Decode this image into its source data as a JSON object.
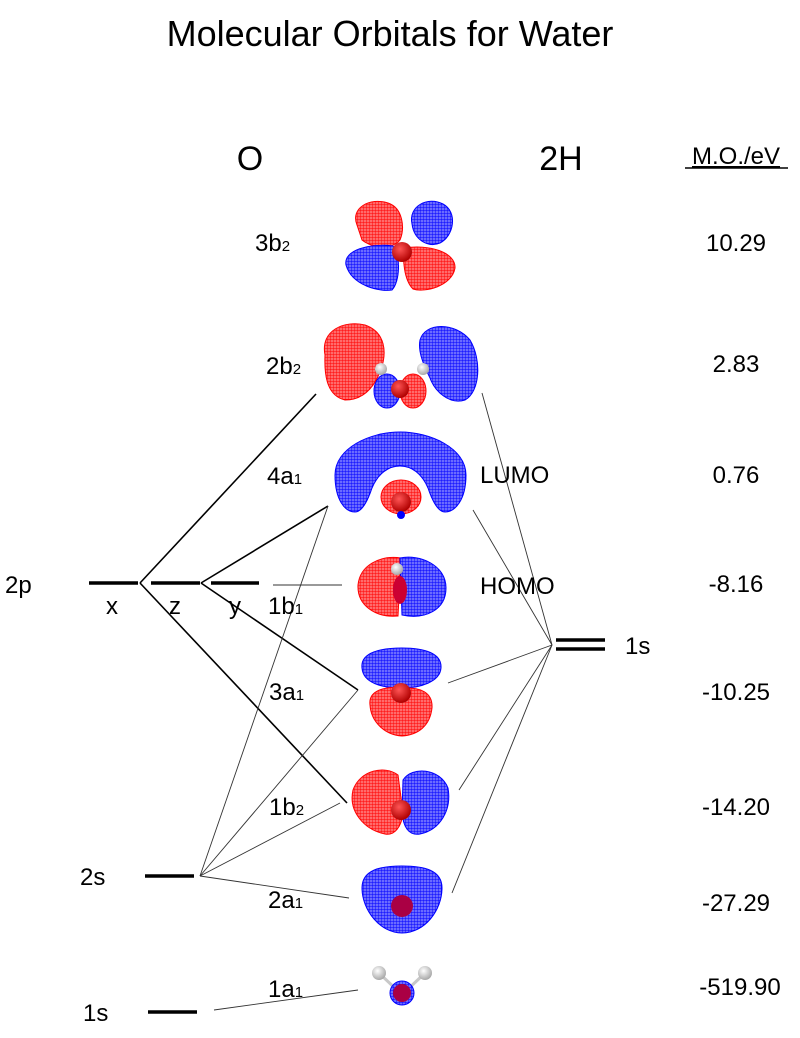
{
  "title": "Molecular Orbitals for Water",
  "columns": {
    "left": "O",
    "right": "2H",
    "energy_header": "M.O./eV"
  },
  "atomic_orbitals_O": [
    {
      "id": "2p",
      "label": "2p",
      "components": [
        "x",
        "z",
        "y"
      ]
    },
    {
      "id": "2s",
      "label": "2s"
    },
    {
      "id": "1s",
      "label": "1s"
    }
  ],
  "atomic_orbitals_H": [
    {
      "id": "1s_H",
      "label": "1s"
    }
  ],
  "molecular_orbitals": [
    {
      "id": "3b2",
      "main": "3b",
      "sub": "2",
      "energy": "10.29",
      "tag": "",
      "lobes": "quad"
    },
    {
      "id": "2b2",
      "main": "2b",
      "sub": "2",
      "energy": "2.83",
      "tag": "",
      "lobes": "wide-pair"
    },
    {
      "id": "4a1",
      "main": "4a",
      "sub": "1",
      "energy": "0.76",
      "tag": "LUMO",
      "lobes": "horseshoe"
    },
    {
      "id": "1b1",
      "main": "1b",
      "sub": "1",
      "energy": "-8.16",
      "tag": "HOMO",
      "lobes": "pz"
    },
    {
      "id": "3a1",
      "main": "3a",
      "sub": "1",
      "energy": "-10.25",
      "tag": "",
      "lobes": "vertical-pair"
    },
    {
      "id": "1b2",
      "main": "1b",
      "sub": "2",
      "energy": "-14.20",
      "tag": "",
      "lobes": "side-pair"
    },
    {
      "id": "2a1",
      "main": "2a",
      "sub": "1",
      "energy": "-27.29",
      "tag": "",
      "lobes": "blob"
    },
    {
      "id": "1a1",
      "main": "1a",
      "sub": "1",
      "energy": "-519.90",
      "tag": "",
      "lobes": "core"
    }
  ],
  "colors": {
    "positive_phase": "#ff0000",
    "negative_phase": "#0000ff",
    "hydrogen": "#e6e6e6",
    "oxygen": "#dd0000",
    "line": "#000000"
  },
  "connections": [
    {
      "from": "2p_x",
      "to": "2b2"
    },
    {
      "from": "2p_x",
      "to": "1b2"
    },
    {
      "from": "2p_z",
      "to": "4a1"
    },
    {
      "from": "2p_z",
      "to": "3a1"
    },
    {
      "from": "2p_y",
      "to": "1b1"
    },
    {
      "from": "2s",
      "to": "4a1"
    },
    {
      "from": "2s",
      "to": "3a1"
    },
    {
      "from": "2s",
      "to": "1b2"
    },
    {
      "from": "2s",
      "to": "2a1"
    },
    {
      "from": "1s",
      "to": "1a1"
    },
    {
      "from": "1s_H",
      "to": "2b2"
    },
    {
      "from": "1s_H",
      "to": "4a1"
    },
    {
      "from": "1s_H",
      "to": "3a1"
    },
    {
      "from": "1s_H",
      "to": "1b2"
    },
    {
      "from": "1s_H",
      "to": "2a1"
    }
  ]
}
